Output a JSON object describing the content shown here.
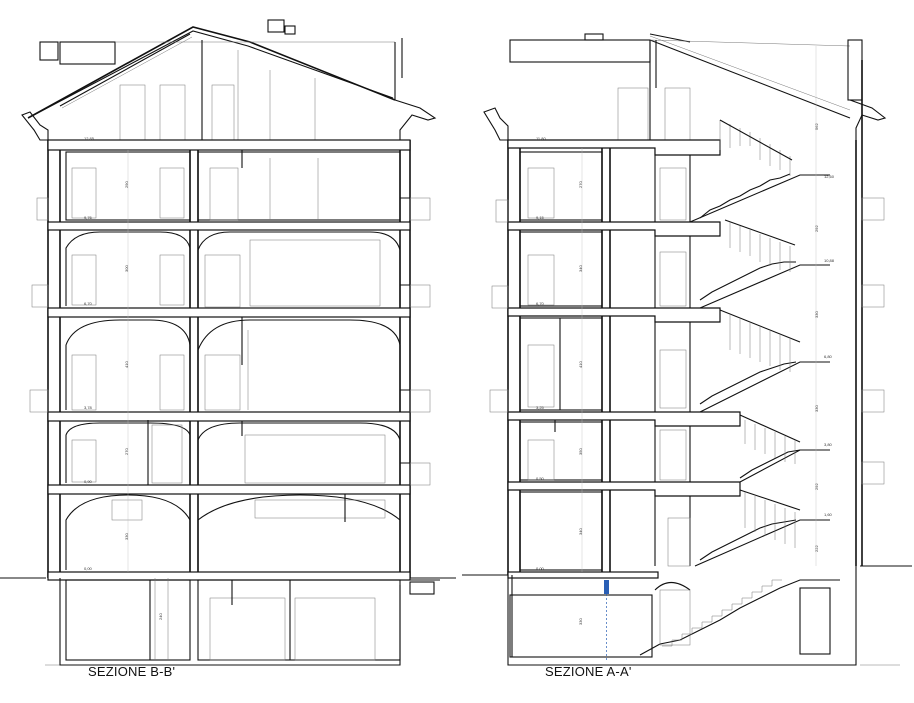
{
  "sections": [
    {
      "id": "bb",
      "title": "SEZIONE B-B'",
      "levels": [
        "12,85",
        "9,76",
        "6,70",
        "3,78",
        "0,90",
        "0,00"
      ],
      "heights": [
        "290",
        "300",
        "410",
        "270",
        "330",
        "240"
      ]
    },
    {
      "id": "aa",
      "title": "SEZIONE A-A'",
      "levels": [
        "11,80",
        "9,15",
        "6,70",
        "3,25",
        "0,50",
        "0,00"
      ],
      "heights": [
        "270",
        "340",
        "410",
        "350",
        "340",
        "330"
      ],
      "stair_levels": [
        "12,60",
        "10,88",
        "6,80",
        "3,80",
        "1,60"
      ],
      "stair_heights": [
        "562",
        "292",
        "330",
        "330",
        "292",
        "222"
      ]
    }
  ]
}
